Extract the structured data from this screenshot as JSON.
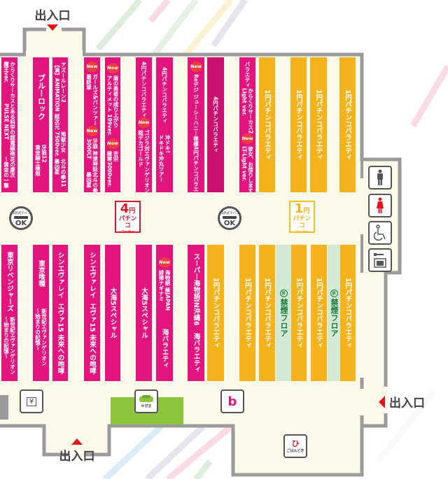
{
  "entrance_label": "出入口",
  "new_label": "New",
  "no_smoking_icon_text": "禁",
  "top_rows": [
    {
      "color": "pink",
      "segments": [
        {
          "lines": [
            "からくりサーカス",
            "魔王ver."
          ]
        },
        {
          "lines": [
            "とある科学の超電磁砲",
            "PULSE NEXT"
          ]
        },
        {
          "lines": [
            "花の慶次",
            "〜黄金の一撃"
          ]
        }
      ]
    },
    {
      "color": "pink",
      "segments": [
        {
          "style": "big",
          "lines": [
            "ブルーロック"
          ]
        },
        {
          "lines": [
            "牙狼12",
            "黄金騎士極限"
          ]
        }
      ]
    },
    {
      "color": "pink",
      "segments": [
        {
          "lines": [
            "アズールレーン2",
            "【満】ANIMATION 超次元"
          ]
        },
        {
          "lines": [
            "地獄少女",
            "7500ver."
          ]
        },
        {
          "lines": [
            "北斗の拳11",
            "暴凶星"
          ]
        }
      ]
    },
    {
      "color": "pink",
      "segments": [
        {
          "new": true,
          "lines": [
            "ガールズ&パンツァー",
            "最終章"
          ]
        },
        {
          "new": true,
          "lines": [
            "牙狼 神速神話",
            "3000LT"
          ]
        },
        {
          "lines": [
            "北斗の拳",
            "暴凶星"
          ]
        }
      ]
    },
    {
      "color": "pink",
      "segments": [
        {
          "new": true,
          "lines": [
            "盾の勇者の成り上がり",
            "アルティメット 199ver."
          ]
        },
        {
          "new": true,
          "lines": [
            "吉宗",
            "極寒3000ver."
          ]
        }
      ]
    },
    {
      "color": "pink",
      "segments": [
        {
          "lines": [
            "4円パチンコバラエティ"
          ]
        },
        {
          "new": true,
          "lines": [
            "ゴジラ対エヴァンゲリオン2",
            "超デカゴールド"
          ]
        }
      ]
    },
    {
      "color": "pink",
      "segments": [
        {
          "lines": [
            "4円パチンコバラエティ"
          ]
        },
        {
          "lines": [
            "沖ドキ!",
            "ドキドキ沖丸ツアー"
          ]
        }
      ]
    },
    {
      "color": "pink",
      "segments": [
        {
          "new": true,
          "lines": [
            "Reデジ ジューシーハニー極嬢"
          ]
        },
        {
          "lines": [
            "4円パチンコバラエティ"
          ]
        }
      ]
    },
    {
      "color": "darkpink",
      "segments": [
        {
          "lines": [
            "4円パチンコバラエティ"
          ]
        }
      ]
    },
    {
      "color": "pink",
      "segments": [
        {
          "lines": [
            "バラエティ"
          ]
        },
        {
          "lines": [
            "からくりサーカス2",
            "Light ver."
          ]
        },
        {
          "new": true,
          "lines": [
            "彼女、お借りします",
            "LT-Light ver."
          ]
        }
      ]
    },
    {
      "color": "yellow",
      "segments": [
        {
          "style": "main",
          "lines": [
            "1円パチンコバラエティ"
          ]
        }
      ]
    },
    {
      "color": "yellow",
      "segments": [
        {
          "style": "main",
          "lines": [
            "1円パチンコバラエティ"
          ]
        }
      ]
    },
    {
      "color": "yellow",
      "segments": [
        {
          "style": "main",
          "lines": [
            "1円パチンコバラエティ"
          ]
        }
      ]
    },
    {
      "color": "yellow",
      "segments": [
        {
          "style": "main",
          "lines": [
            "1円パチンコバラエティ"
          ]
        }
      ]
    }
  ],
  "bottom_rows": [
    {
      "color": "pink",
      "segments": [
        {
          "style": "main",
          "lines": [
            "東京リベンジャーズ"
          ]
        },
        {
          "lines": [
            "新世紀エヴァンゲリオン",
            "〜始まりの記憶〜"
          ]
        }
      ]
    },
    {
      "color": "pink",
      "segments": [
        {
          "style": "main",
          "lines": [
            "東京喰種"
          ]
        },
        {
          "lines": [
            "新世紀エヴァンゲリオン",
            "〜始まりの記憶〜"
          ]
        }
      ]
    },
    {
      "color": "pink",
      "segments": [
        {
          "style": "main",
          "lines": [
            "シンエヴァレイ"
          ]
        },
        {
          "style": "main",
          "lines": [
            "エヴァ15 未来への咆哮"
          ]
        }
      ]
    },
    {
      "color": "pink",
      "segments": [
        {
          "style": "main",
          "lines": [
            "シンエヴァレイ"
          ]
        },
        {
          "style": "main",
          "lines": [
            "エヴァ15 未来への咆哮"
          ]
        }
      ]
    },
    {
      "color": "pink",
      "segments": [
        {
          "style": "main",
          "lines": [
            "大海5スペシャル"
          ]
        }
      ]
    },
    {
      "color": "pink",
      "segments": [
        {
          "style": "main",
          "lines": [
            "大海5スペシャル"
          ]
        }
      ]
    },
    {
      "color": "pink",
      "segments": [
        {
          "new": true,
          "lines": [
            "海物語 極JAPAN",
            "緋弾ナギナミ"
          ]
        },
        {
          "style": "main",
          "lines": [
            "海バラエティ"
          ]
        }
      ]
    },
    {
      "color": "pink",
      "segments": [
        {
          "style": "main",
          "lines": [
            "スーパー海物語IN沖縄6"
          ]
        },
        {
          "style": "main",
          "lines": [
            "海バラエティ"
          ]
        }
      ]
    },
    {
      "color": "yellow",
      "segments": [
        {
          "style": "main",
          "lines": [
            "1円パチンコバラエティ"
          ]
        }
      ]
    },
    {
      "color": "yellow",
      "segments": [
        {
          "style": "main",
          "lines": [
            "1円パチンコバラエティ"
          ]
        }
      ]
    },
    {
      "color": "yellow",
      "segments": [
        {
          "style": "main",
          "lines": [
            "1円パチンコバラエティ"
          ]
        }
      ]
    },
    {
      "color": "green",
      "segments": [
        {
          "nosmoke": true,
          "style": "big",
          "lines": [
            "禁煙フロア"
          ]
        }
      ]
    },
    {
      "color": "yellow",
      "segments": [
        {
          "style": "main",
          "lines": [
            "1円パチンコバラエティ"
          ]
        }
      ]
    },
    {
      "color": "yellow",
      "segments": [
        {
          "style": "main",
          "lines": [
            "1円パチンコバラエティ"
          ]
        }
      ]
    },
    {
      "color": "green",
      "segments": [
        {
          "nosmoke": true,
          "style": "big",
          "lines": [
            "禁煙フロア"
          ]
        }
      ]
    },
    {
      "color": "yellow",
      "segments": [
        {
          "style": "main",
          "lines": [
            "1円パチンコバラエティ"
          ]
        }
      ]
    }
  ],
  "smoking_signs": [
    {
      "top": "加熱式タバコ",
      "ok": "OK"
    },
    {
      "top": "加熱式タバコ",
      "ok": "OK"
    }
  ],
  "corners": [
    {
      "num": "4",
      "unit": "円",
      "name": "パチンコ",
      "sub": "コーナー",
      "color": "#d7192d"
    },
    {
      "num": "1",
      "unit": "円",
      "name": "パチンコ",
      "sub": "コーナー",
      "color": "#f2c21a"
    }
  ],
  "facilities": {
    "atm_symbol": "¥",
    "rest_room": "休憩室",
    "b_symbol": "b",
    "gohandoki_symbol": "ひ",
    "gohandoki": "ごはんどき"
  },
  "colors": {
    "pink": "#e2157f",
    "yellow": "#f4b21d",
    "wall": "#9b9b9b",
    "floor": "#fbf9e9",
    "rest": "#8cc43c"
  }
}
